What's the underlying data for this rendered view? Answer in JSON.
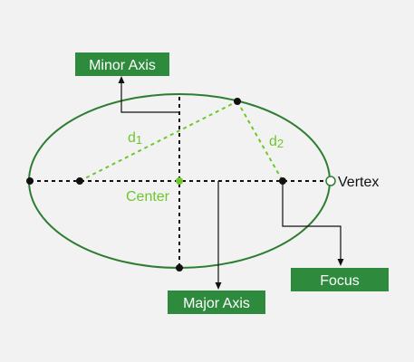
{
  "labels": {
    "minor_axis": "Minor Axis",
    "major_axis": "Major Axis",
    "focus": "Focus",
    "vertex": "Vertex",
    "center": "Center",
    "d1_main": "d",
    "d1_sub": "1",
    "d2_main": "d",
    "d2_sub": "2"
  },
  "colors": {
    "ellipse": "#2e7d32",
    "label_box": "#2e8b3d",
    "accent_green": "#6cc82c",
    "dark": "#111111"
  }
}
